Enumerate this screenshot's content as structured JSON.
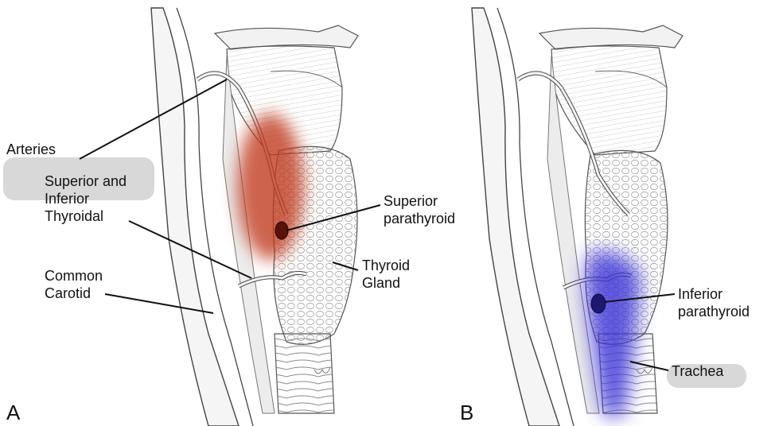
{
  "panel_a": {
    "letter": "A",
    "labels": {
      "arteries": "Arteries",
      "superior_inferior_thyroidal": [
        "Superior and",
        "Inferior",
        "Thyroidal"
      ],
      "common_carotid": [
        "Common",
        "Carotid"
      ],
      "superior_parathyroid": [
        "Superior",
        "parathyroid"
      ],
      "thyroid_gland": [
        "Thyroid",
        "Gland"
      ]
    },
    "highlight_color": "#c0391f"
  },
  "panel_b": {
    "letter": "B",
    "labels": {
      "inferior_parathyroid": [
        "Inferior",
        "parathyroid"
      ],
      "trachea": "Trachea"
    },
    "highlight_color": "#3a33d6"
  },
  "colors": {
    "sketch_line": "#555555",
    "leader_line": "#111111",
    "background": "#ffffff"
  }
}
